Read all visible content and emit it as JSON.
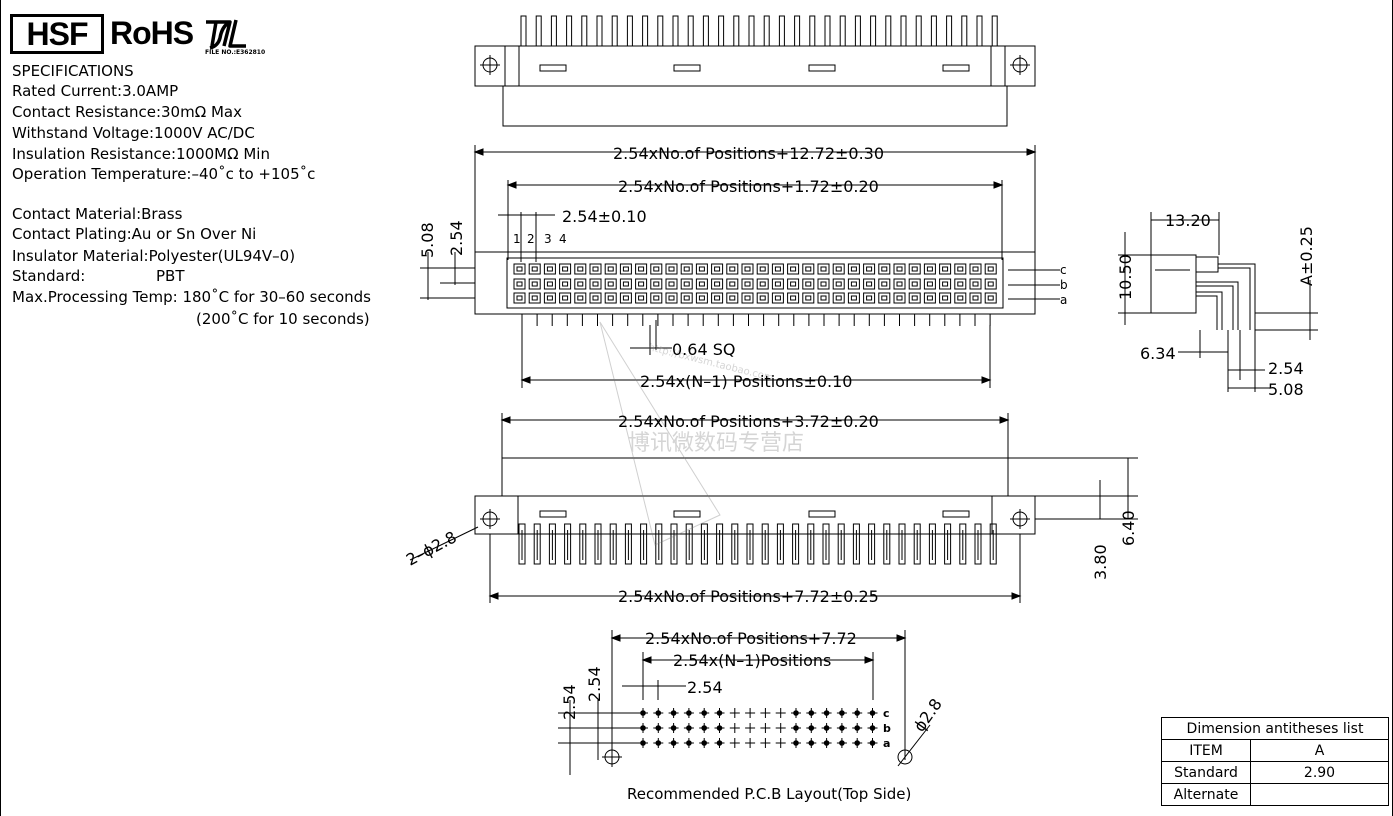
{
  "logos": {
    "hsf": "HSF",
    "rohs": "RoHS",
    "ul_mark": "UL",
    "ul_file": "FILE NO.:E362810"
  },
  "specs": {
    "heading": "SPECIFICATIONS",
    "rated_current": "Rated  Current:3.0AMP",
    "contact_resistance": "Contact  Resistance:30mΩ  Max",
    "withstand_voltage": "Withstand  Voltage:1000V  AC/DC",
    "insulation_resistance": "Insulation  Resistance:1000MΩ  Min",
    "operation_temperature": "Operation  Temperature:–40˚c  to  +105˚c",
    "contact_material": "Contact  Material:Brass",
    "contact_plating": "Contact  Plating:Au  or  Sn  Over  Ni",
    "insulator_material": "Insulator  Material:Polyester(UL94V–0)",
    "standard_label": "Standard:",
    "standard_value": "PBT",
    "max_processing_temp": "Max.Processing  Temp:  180˚C  for  30–60  seconds",
    "max_processing_temp_2": "(200˚C  for  10  seconds)"
  },
  "dims": {
    "overall_length": "2.54xNo.of  Positions+12.72±0.30",
    "inner_length": "2.54xNo.of  Positions+1.72±0.20",
    "pitch_tol": "2.54±0.10",
    "pin_1": "1",
    "pin_2": "2",
    "pin_3": "3",
    "pin_4": "4",
    "v_508": "5.08",
    "v_254": "2.54",
    "row_c": "c",
    "row_b": "b",
    "row_a": "a",
    "pin_sq": "0.64  SQ",
    "pin_span": "2.54x(N–1)  Positions±0.10",
    "body_length": "2.54xNo.of  Positions+3.72±0.20",
    "hole_dia": "2–ϕ2.8",
    "d_640": "6.40",
    "d_380": "3.80",
    "flange_length": "2.54xNo.of  Positions+7.72±0.25",
    "side_1320": "13.20",
    "side_1050": "10.50",
    "side_a": "A±0.25",
    "side_634": "6.34",
    "side_254": "2.54",
    "side_508": "5.08"
  },
  "pcb": {
    "length": "2.54xNo.of  Positions+7.72",
    "span": "2.54x(N–1)Positions",
    "pitch": "2.54",
    "v_254_a": "2.54",
    "v_254_b": "2.54",
    "hole": "ϕ2.8",
    "row_c": "c",
    "row_b": "b",
    "row_a": "a",
    "caption": "Recommended  P.C.B  Layout(Top  Side)"
  },
  "watermark": {
    "text": "博讯微数码专营店",
    "url": "http://bxwsm.taobao.com"
  },
  "dim_table": {
    "title": "Dimension  antitheses  list",
    "col_item": "ITEM",
    "col_a": "A",
    "row1_label": "Standard",
    "row1_value": "2.90",
    "row2_label": "Alternate",
    "row2_value": ""
  }
}
